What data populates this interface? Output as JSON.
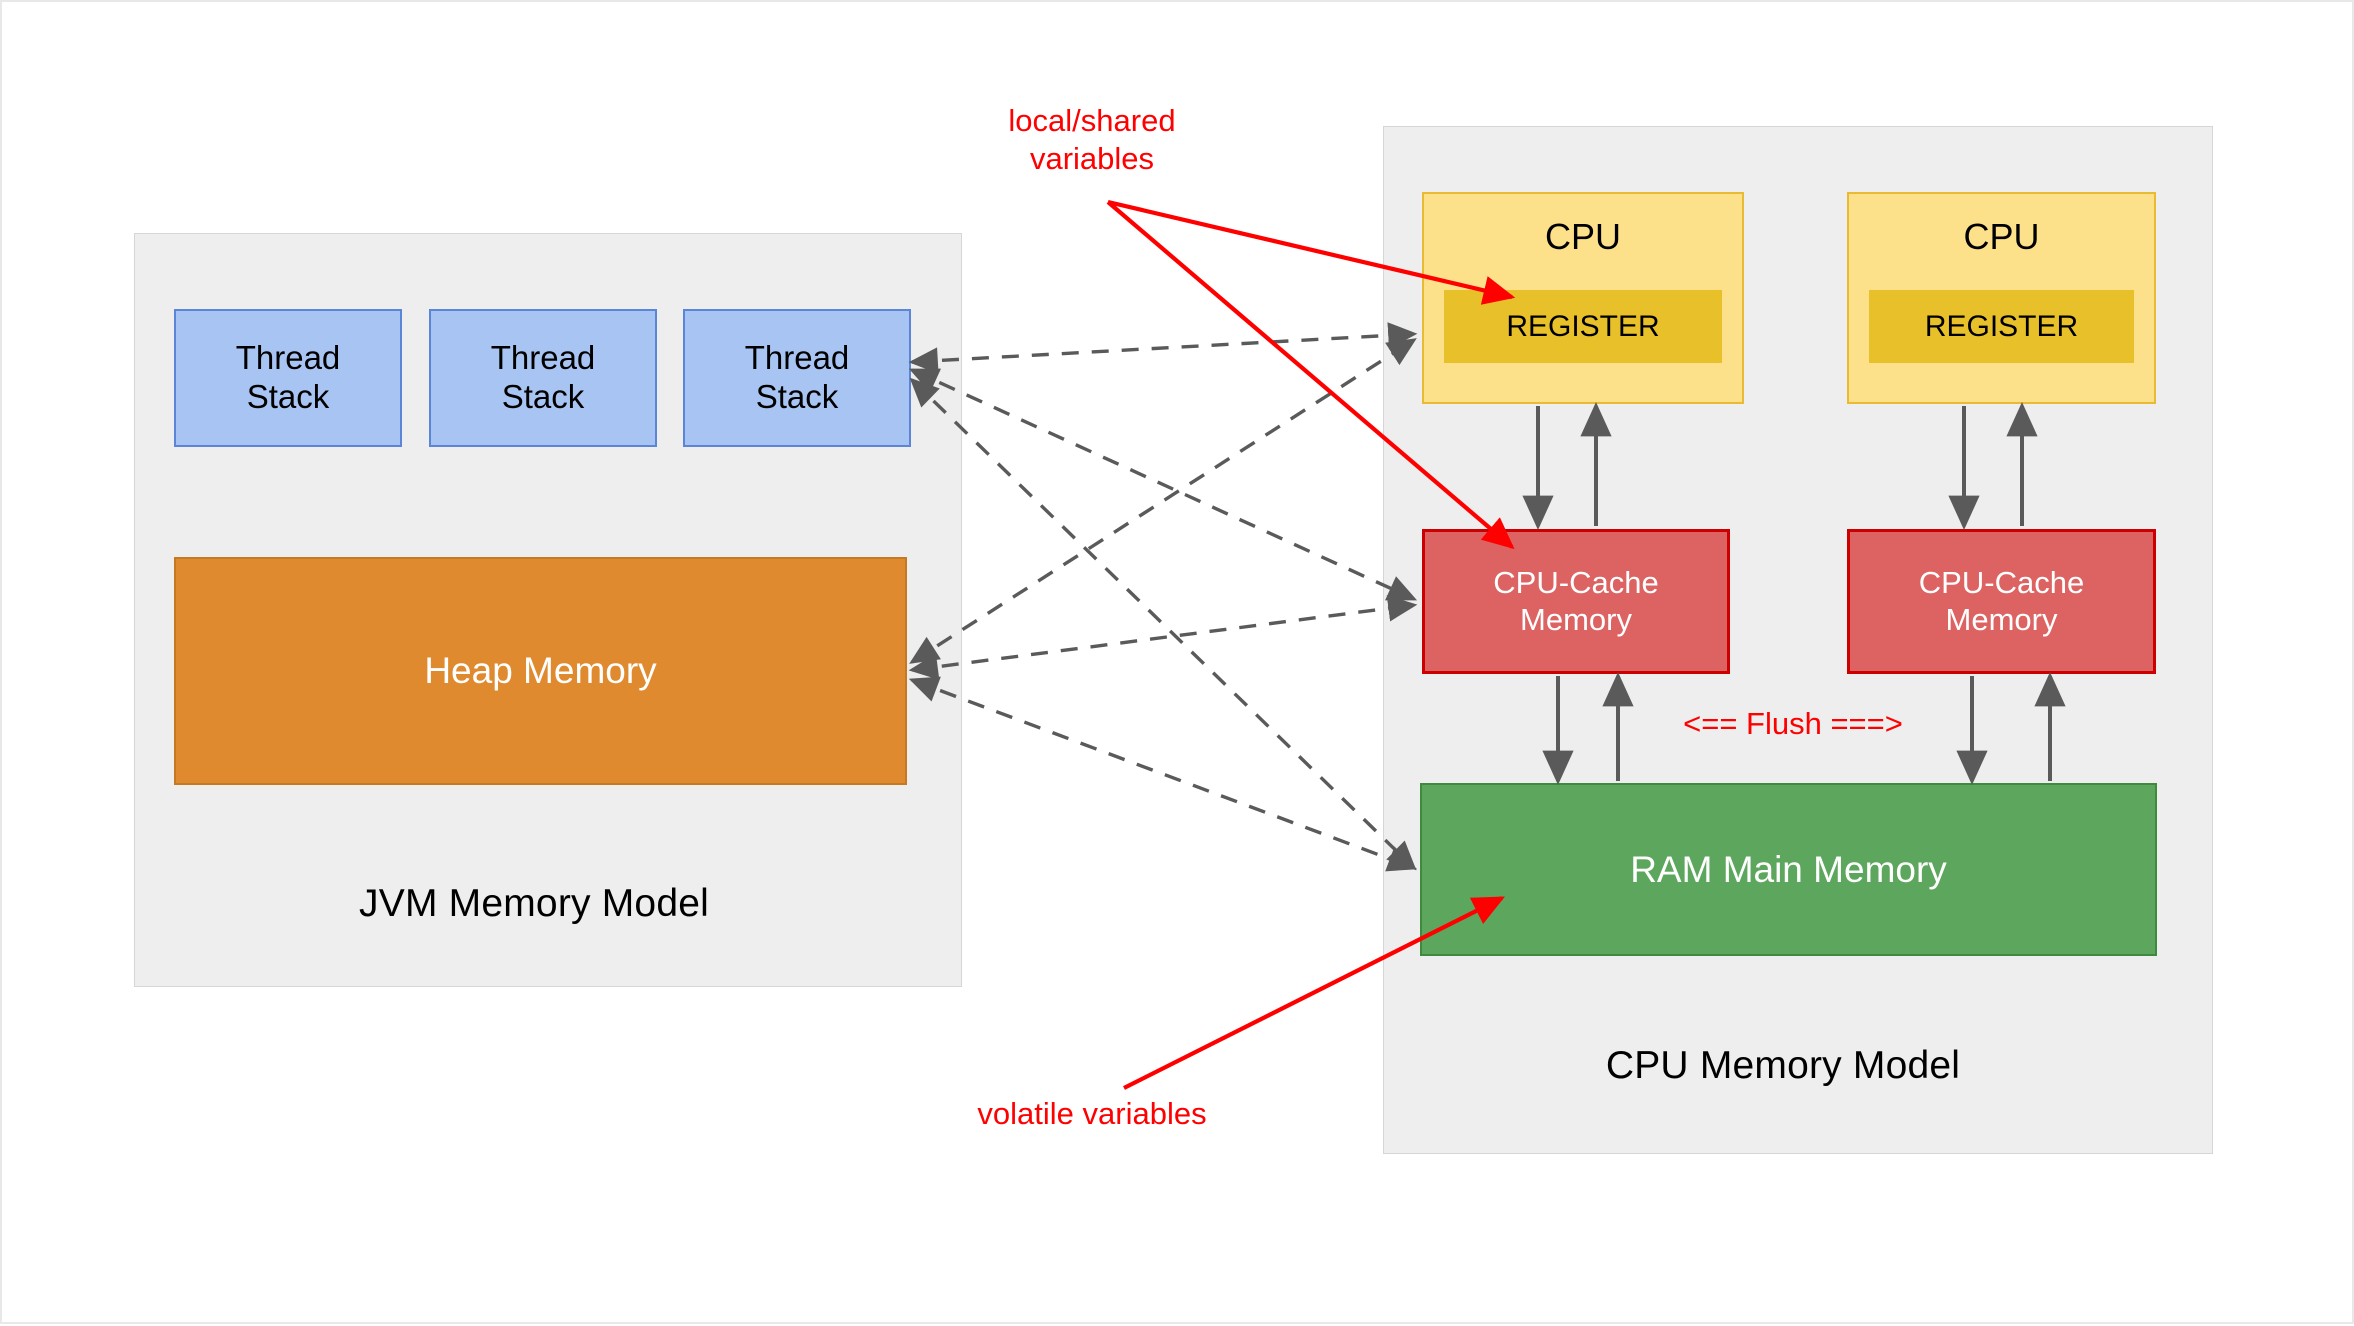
{
  "diagram": {
    "title": "JVM Memory Model and CPU Memory Model",
    "colors": {
      "panel_bg": "#eeeeee",
      "thread_fill": "#a7c4f2",
      "thread_border": "#5b85d6",
      "heap_fill": "#e08a30",
      "cpu_fill": "#fde08a",
      "cpu_border": "#e8bb33",
      "register_fill": "#e8c12a",
      "cache_fill": "#dd6363",
      "cache_border": "#cc0000",
      "ram_fill": "#5da65d",
      "annotation_red": "#ff0000",
      "connector_gray": "#5a5a5a"
    }
  },
  "jvm_panel": {
    "caption": "JVM Memory Model",
    "thread_stacks": [
      {
        "label": "Thread\nStack"
      },
      {
        "label": "Thread\nStack"
      },
      {
        "label": "Thread\nStack"
      }
    ],
    "thread_label_line1": "Thread",
    "thread_label_line2": "Stack",
    "heap": {
      "label": "Heap Memory"
    }
  },
  "cpu_panel": {
    "caption": "CPU Memory Model",
    "cpus": [
      {
        "title": "CPU",
        "register": "REGISTER",
        "cache_line1": "CPU-Cache",
        "cache_line2": "Memory"
      },
      {
        "title": "CPU",
        "register": "REGISTER",
        "cache_line1": "CPU-Cache",
        "cache_line2": "Memory"
      }
    ],
    "ram": {
      "label": "RAM Main Memory"
    },
    "flush_label": "<== Flush ===>"
  },
  "annotations": {
    "local_shared_line1": "local/shared",
    "local_shared_line2": "variables",
    "volatile": "volatile variables"
  }
}
